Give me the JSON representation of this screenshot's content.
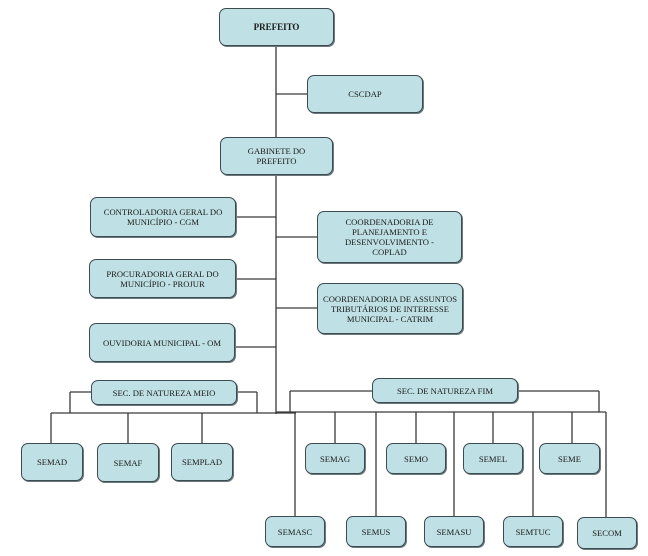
{
  "chart_title": "Organograma Municipal",
  "nodes": {
    "prefeito": "PREFEITO",
    "cscdap": "CSCDAP",
    "gabinete": "GABINETE DO PREFEITO",
    "cgm": "CONTROLADORIA GERAL DO MUNICÍPIO - CGM",
    "projur": "PROCURADORIA GERAL DO MUNICÍPIO - PROJUR",
    "om": "OUVIDORIA MUNICIPAL - OM",
    "coplad": "COORDENADORIA DE PLANEJAMENTO E DESENVOLVIMENTO - COPLAD",
    "catrim": "COORDENADORIA DE ASSUNTOS TRIBUTÁRIOS DE INTERESSE MUNICIPAL - CATRIM",
    "sec_meio": "SEC. DE NATUREZA MEIO",
    "sec_fim": "SEC. DE NATUREZA FIM",
    "semad": "SEMAD",
    "semaf": "SEMAF",
    "semplad": "SEMPLAD",
    "semag": "SEMAG",
    "semo": "SEMO",
    "semel": "SEMEL",
    "seme": "SEME",
    "semasc": "SEMASC",
    "semus": "SEMUS",
    "semasu": "SEMASU",
    "semtuc": "SEMTUC",
    "secom": "SECOM"
  },
  "colors": {
    "box_fill": "#bfe0e4",
    "box_border": "#3c4c50",
    "line": "#3a3a3a"
  }
}
